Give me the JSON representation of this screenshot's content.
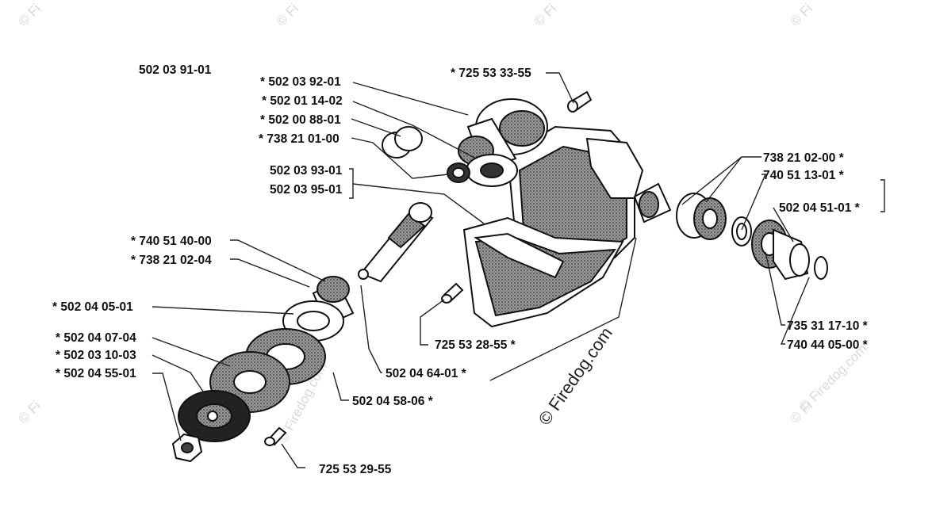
{
  "watermark": {
    "text": "© Firedog.com",
    "corner_text": "© Fi"
  },
  "labels": {
    "l_502039101": "502 03 91-01",
    "l_502039201": "* 502 03 92-01",
    "l_502011402": "* 502 01 14-02",
    "l_502008801": "* 502 00 88-01",
    "l_738210100": "* 738 21 01-00",
    "l_502039301": "502 03 93-01",
    "l_502039501": "502 03 95-01",
    "l_725533355": "* 725 53 33-55",
    "l_738210200": "738 21 02-00 *",
    "l_740511301": "740 51 13-01 *",
    "l_502045101": "502 04 51-01 *",
    "l_740514000": "* 740 51 40-00",
    "l_738210204": "* 738 21 02-04",
    "l_502040501": "* 502 04 05-01",
    "l_502040704": "* 502 04 07-04",
    "l_502031003": "* 502 03 10-03",
    "l_502045501": "* 502 04 55-01",
    "l_725532855": "725 53 28-55 *",
    "l_502046401": "502 04 64-01 *",
    "l_502045806": "502 04 58-06 *",
    "l_725532955": "725 53 29-55",
    "l_735311710": "735 31 17-10 *",
    "l_740440500": "740 44 05-00 *"
  },
  "colors": {
    "ink": "#111111",
    "paper": "#ffffff",
    "watermark": "#d9d9d9",
    "shade": "#6e6e6e"
  }
}
